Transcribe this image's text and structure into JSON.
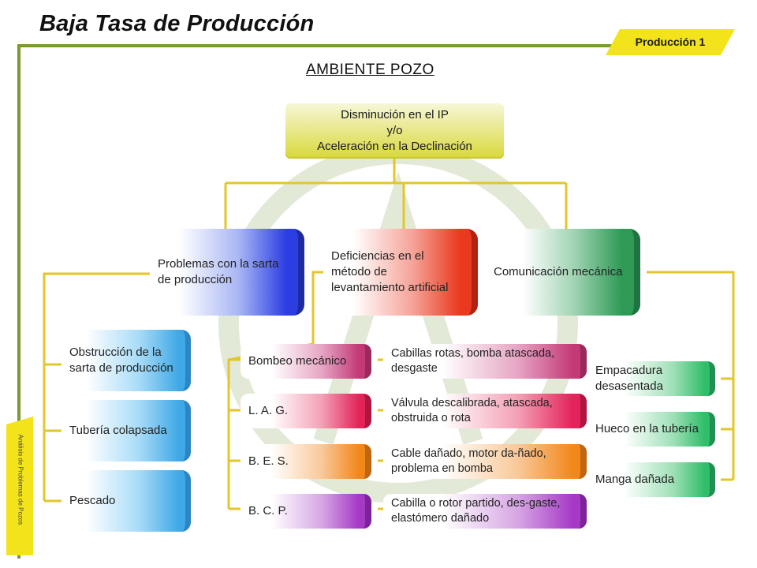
{
  "header": {
    "title": "Baja Tasa de Producción",
    "tag": "Producción 1",
    "subtitle": "AMBIENTE POZO",
    "side_tag": "Análisis de Problemas de Pozos"
  },
  "diagram": {
    "root": "Disminución en el IP\ny/o\nAceleración en la Declinación",
    "categories": {
      "sarta": "Problemas con la sarta de producción",
      "levantamiento": "Deficiencias en el método de levantamiento artificial",
      "mecanica": "Comunicación mecánica"
    },
    "sarta_items": [
      "Obstrucción de la sarta de producción",
      "Tubería colapsada",
      "Pescado"
    ],
    "metodos": [
      {
        "name": "Bombeo mecánico",
        "detail": "Cabillas rotas, bomba atascada, desgaste"
      },
      {
        "name": "L. A. G.",
        "detail": "Válvula descalibrada, atascada, obstruida o rota"
      },
      {
        "name": "B. E. S.",
        "detail": "Cable dañado, motor da-ñado, problema en bomba"
      },
      {
        "name": "B. C. P.",
        "detail": "Cabilla o rotor partido, des-gaste, elastómero dañado"
      }
    ],
    "mecanica_items": [
      "Empacadura desasentada",
      "Hueco en la tubería",
      "Manga dañada"
    ]
  },
  "colors": {
    "connector": "#e3c62b",
    "frame_line": "#7a9a2e",
    "accent_yellow": "#f3e31a"
  }
}
